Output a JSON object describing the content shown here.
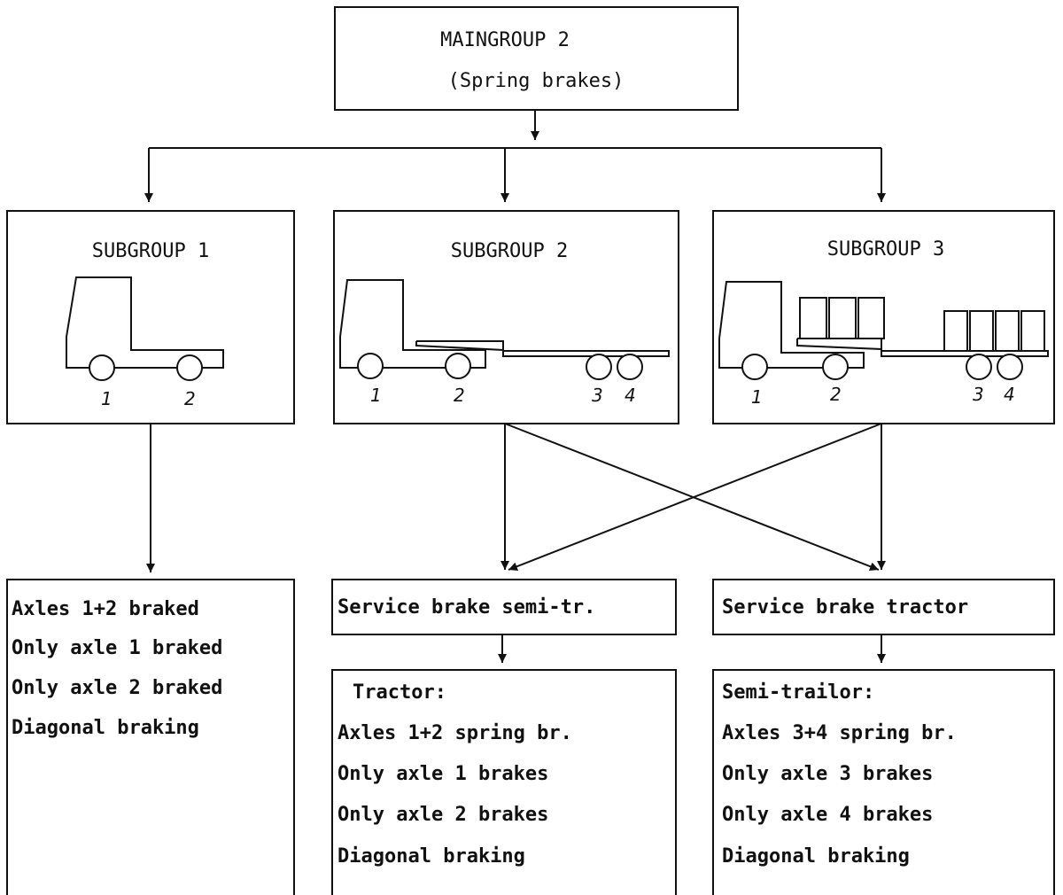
{
  "main": {
    "line1": "MAINGROUP 2",
    "line2": "(Spring brakes)"
  },
  "subgroups": [
    {
      "title": "SUBGROUP 1",
      "axles": [
        "1",
        "2"
      ]
    },
    {
      "title": "SUBGROUP 2",
      "axles": [
        "1",
        "2",
        "3",
        "4"
      ]
    },
    {
      "title": "SUBGROUP 3",
      "axles": [
        "1",
        "2",
        "3",
        "4"
      ]
    }
  ],
  "service": {
    "semi": "Service brake semi-tr.",
    "tractor": "Service brake tractor"
  },
  "lists": {
    "sub1": [
      "Axles 1+2 braked",
      "Only axle 1 braked",
      "Only axle 2 braked",
      "Diagonal braking"
    ],
    "tractor_side": [
      "Tractor:",
      "Axles 1+2 spring br.",
      "Only axle 1 brakes",
      "Only axle 2 brakes",
      "Diagonal braking"
    ],
    "semitrailer_side": [
      "Semi-trailor:",
      "Axles 3+4 spring br.",
      "Only axle 3 brakes",
      "Only axle 4 brakes",
      "Diagonal braking"
    ]
  }
}
